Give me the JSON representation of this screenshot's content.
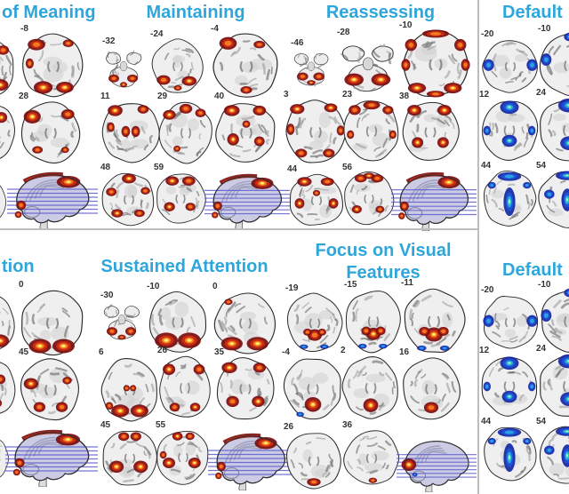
{
  "figure": {
    "background": "#ffffff",
    "title_color": "#2da6dc",
    "divider_color": "#bdbdbd",
    "label_color": "#333333",
    "palettes": {
      "hot": [
        "#7a0c0c",
        "#cf2d12",
        "#f5821f",
        "#ffd83e",
        "#fffac2"
      ],
      "cool": [
        "#1527a8",
        "#1d55d6",
        "#29a8e8",
        "#4ce2a0",
        "#c8ffe4"
      ]
    },
    "panels": [
      {
        "id": "of-meaning",
        "title": "of Meaning",
        "palette": "hot",
        "slice_labels": [
          [
            "",
            "-8"
          ],
          [
            "",
            "28"
          ],
          [
            "",
            ""
          ]
        ]
      },
      {
        "id": "maintaining",
        "title": "Maintaining",
        "palette": "hot",
        "slice_labels": [
          [
            "-32",
            "-24",
            "-4"
          ],
          [
            "11",
            "29",
            "40"
          ],
          [
            "48",
            "59",
            ""
          ]
        ]
      },
      {
        "id": "reassessing",
        "title": "Reassessing",
        "palette": "hot",
        "slice_labels": [
          [
            "-46",
            "-28",
            "-10"
          ],
          [
            "3",
            "23",
            "38"
          ],
          [
            "44",
            "56",
            ""
          ]
        ]
      },
      {
        "id": "default-top",
        "title": "Default",
        "palette": "cool",
        "slice_labels": [
          [
            "-20",
            "-10"
          ],
          [
            "12",
            "24"
          ],
          [
            "44",
            "54"
          ]
        ]
      },
      {
        "id": "tion",
        "title": "tion",
        "palette": "hot",
        "slice_labels": [
          [
            "",
            "0"
          ],
          [
            "",
            "45"
          ],
          [
            "",
            ""
          ]
        ]
      },
      {
        "id": "sustained-attention",
        "title": "Sustained Attention",
        "palette": "hot",
        "slice_labels": [
          [
            "-30",
            "-10",
            "0"
          ],
          [
            "6",
            "26",
            "35"
          ],
          [
            "45",
            "55",
            ""
          ]
        ]
      },
      {
        "id": "focus-visual",
        "title": "Focus on Visual Features",
        "palette": "hot",
        "slice_labels": [
          [
            "-19",
            "-15",
            "-11"
          ],
          [
            "-4",
            "2",
            "16"
          ],
          [
            "26",
            "36",
            ""
          ]
        ]
      },
      {
        "id": "default-bottom",
        "title": "Default",
        "palette": "cool",
        "slice_labels": [
          [
            "-20",
            "-10"
          ],
          [
            "12",
            "24"
          ],
          [
            "44",
            "54"
          ]
        ]
      }
    ]
  }
}
